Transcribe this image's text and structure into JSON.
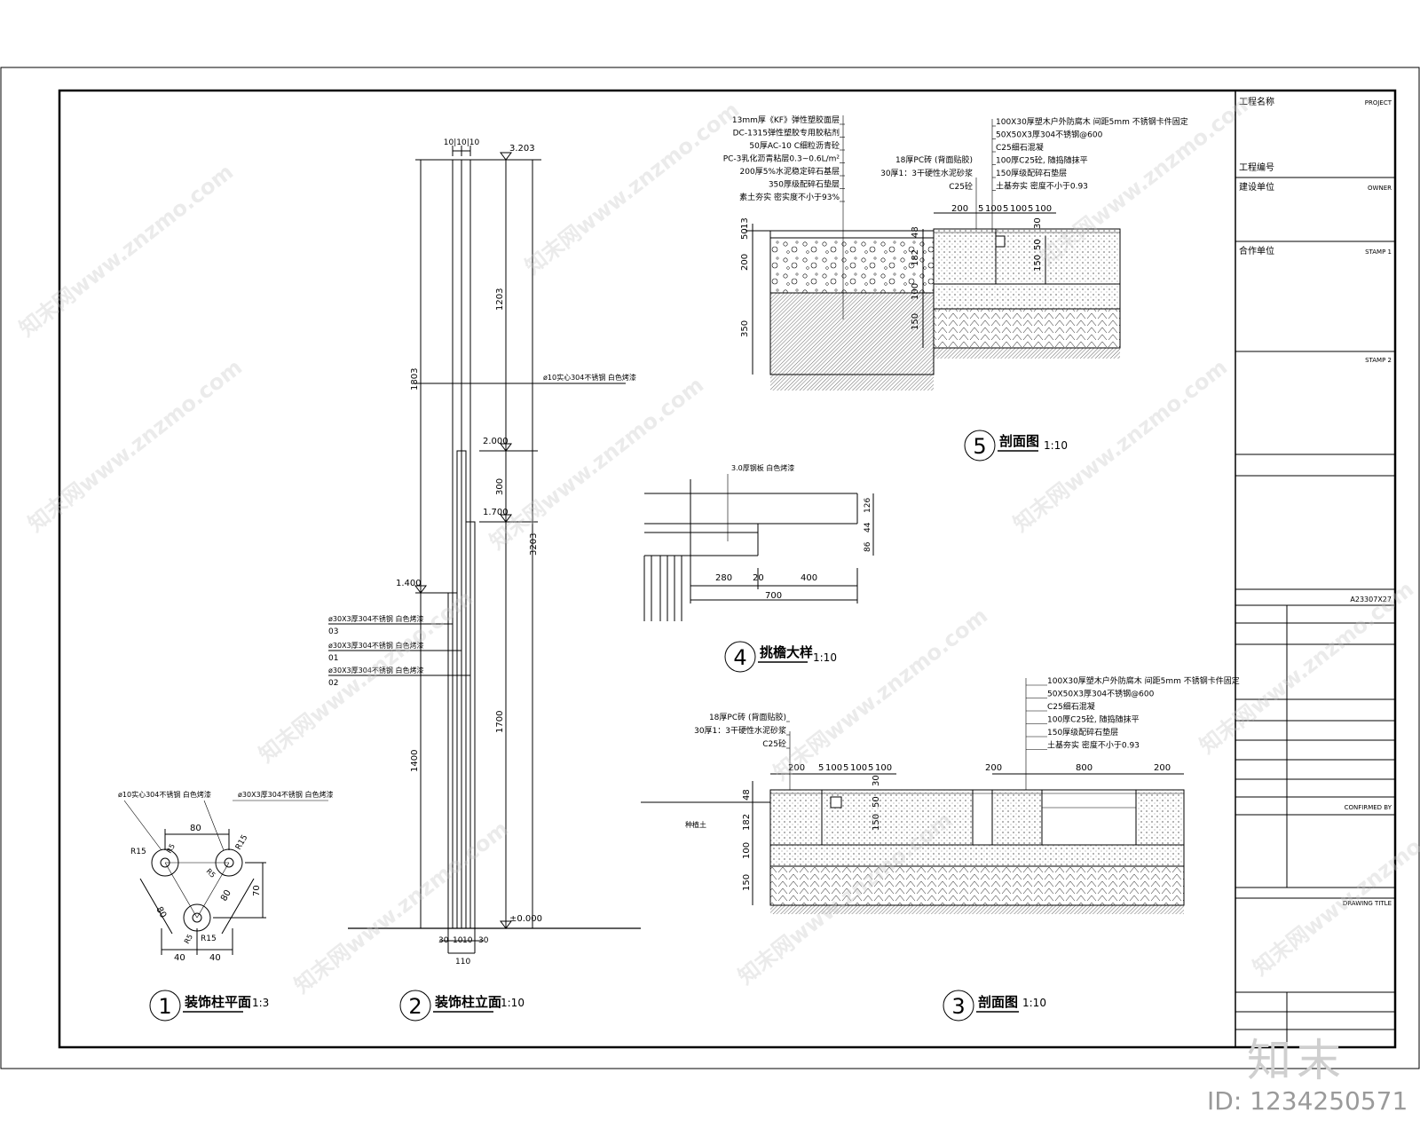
{
  "titleblock": {
    "project": "PROJECT",
    "owner": "OWNER",
    "stamp1": "STAMP 1",
    "stamp2": "STAMP 2",
    "confirmed": "CONFIRMED BY",
    "drawing_title": "DRAWING TITLE",
    "row1": "工程名称",
    "row2": "工程编号",
    "row3": "建设单位",
    "row4": "合作单位",
    "bottom_no": "A23307X27"
  },
  "details": {
    "d1": {
      "num": "1",
      "title": "装饰柱平面",
      "scale": "1:3"
    },
    "d2": {
      "num": "2",
      "title": "装饰柱立面",
      "scale": "1:10"
    },
    "d3": {
      "num": "3",
      "title": "剖面图",
      "scale": "1:10"
    },
    "d4": {
      "num": "4",
      "title": "挑檐大样",
      "scale": "1:10"
    },
    "d5": {
      "num": "5",
      "title": "剖面图",
      "scale": "1:10"
    }
  },
  "elevation": {
    "top_dims": "10|10|10",
    "lv_top": "3.203",
    "lv_2000": "2.000",
    "lv_1700": "1.700",
    "lv_1400": "1.400",
    "lv_0": "±0.000",
    "d1203": "1203",
    "d1803": "1803",
    "d300": "300",
    "d3203": "3203",
    "d1700": "1700",
    "d1400": "1400",
    "bot_30a": "30",
    "bot_10": "10",
    "bot_10b": "10",
    "bot_30b": "30",
    "bot_110": "110",
    "note_rod": "ø10实心304不锈钢 白色烤漆",
    "note_03": "ø30X3厚304不锈钢 白色烤漆",
    "tag_03": "03",
    "note_01": "ø30X3厚304不锈钢 白色烤漆",
    "tag_01": "01",
    "note_02": "ø30X3厚304不锈钢 白色烤漆",
    "tag_02": "02"
  },
  "plan": {
    "note_rod": "ø10实心304不锈钢 白色烤漆",
    "note_tube": "ø30X3厚304不锈钢 白色烤漆",
    "d80_top": "80",
    "d80_left": "80",
    "d80_right": "80",
    "d70": "70",
    "d40a": "40",
    "d40b": "40",
    "r15a": "R15",
    "r15b": "R15",
    "r15c": "R15",
    "r5a": "R5",
    "r5b": "R5",
    "r5c": "R5"
  },
  "section5": {
    "left_notes": [
      "13mm厚《KF》弹性塑胶面层",
      "DC-1315弹性塑胶专用胶粘剂",
      "50厚AC-10 C细粒沥青砼",
      "PC-3乳化沥青粘层0.3~0.6L/m²",
      "200厚5%水泥稳定碎石基层",
      "350厚级配碎石垫层",
      "素土夯实 密实度不小于93%"
    ],
    "right_notes": [
      "100X30厚塑木户外防腐木 间距5mm 不锈钢卡件固定",
      "50X50X3厚304不锈钢@600",
      "C25细石混凝",
      "100厚C25砼, 随捣随抹平",
      "150厚级配碎石垫层",
      "土基夯实 密度不小于0.93"
    ],
    "mid_notes": [
      "18厚PC砖 (背面贴胶)",
      "30厚1：3干硬性水泥砂浆",
      "C25砼"
    ],
    "dims_left": [
      "50",
      "13",
      "200",
      "350"
    ],
    "dims_mid": [
      "48",
      "182",
      "100",
      "150"
    ],
    "dims_top": [
      "200",
      "5",
      "100",
      "5",
      "100",
      "5",
      "100"
    ],
    "dims_right": [
      "30",
      "50",
      "150"
    ]
  },
  "section4": {
    "note": "3.0厚钢板 白色烤漆",
    "d126": "126",
    "d44": "44",
    "d86": "86",
    "d280": "280",
    "d20": "20",
    "d400": "400",
    "d700": "700"
  },
  "section3": {
    "right_notes": [
      "100X30厚塑木户外防腐木 间距5mm 不锈钢卡件固定",
      "50X50X3厚304不锈钢@600",
      "C25细石混凝",
      "100厚C25砼, 随捣随抹平",
      "150厚级配碎石垫层",
      "土基夯实 密度不小于0.93"
    ],
    "left_notes": [
      "18厚PC砖 (背面贴胶)",
      "30厚1：3干硬性水泥砂浆",
      "C25砼"
    ],
    "soil": "种植土",
    "dims_top": [
      "200",
      "5",
      "100",
      "5",
      "100",
      "5",
      "100",
      "200",
      "800",
      "200"
    ],
    "dims_left": [
      "48",
      "182",
      "100",
      "150"
    ],
    "dims_right": [
      "30",
      "50",
      "150"
    ]
  },
  "watermark": "知末网www.znzmo.com",
  "brand": "知末",
  "image_id": "ID: 1234250571"
}
